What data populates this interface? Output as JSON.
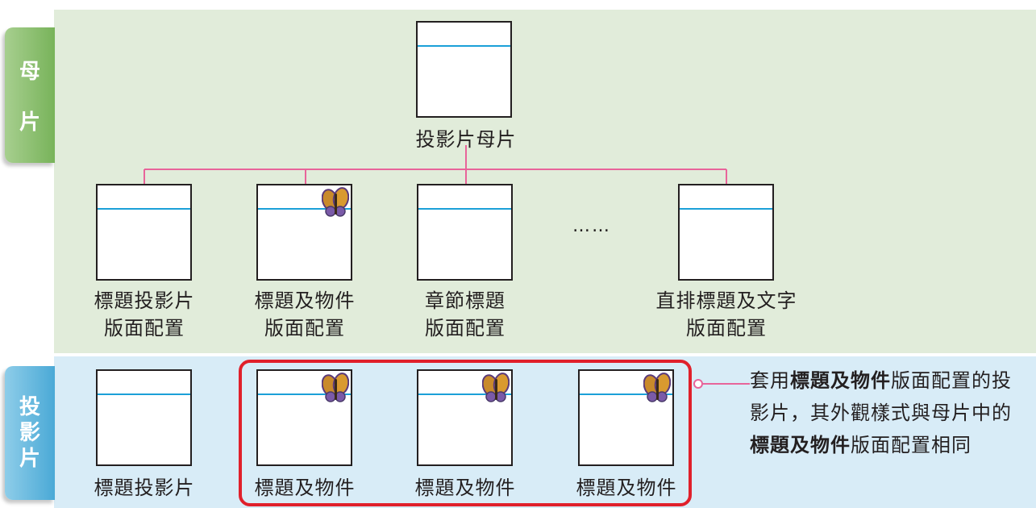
{
  "side_tabs": {
    "master": [
      "母",
      "片"
    ],
    "slides": [
      "投",
      "影",
      "片"
    ]
  },
  "master": {
    "label": "投影片母片"
  },
  "layouts": [
    {
      "label": "標題投影片\n版面配置",
      "butterfly": false
    },
    {
      "label": "標題及物件\n版面配置",
      "butterfly": true
    },
    {
      "label": "章節標題\n版面配置",
      "butterfly": false
    },
    {
      "label": "直排標題及文字\n版面配置",
      "butterfly": false
    }
  ],
  "ellipsis": "……",
  "slides": [
    {
      "label": "標題投影片",
      "butterfly": false
    },
    {
      "label": "標題及物件",
      "butterfly": true
    },
    {
      "label": "標題及物件",
      "butterfly": true
    },
    {
      "label": "標題及物件",
      "butterfly": true
    }
  ],
  "note": {
    "segments": [
      {
        "text": "套用",
        "bold": false
      },
      {
        "text": "標題及物件",
        "bold": true
      },
      {
        "text": "版面配置的投影片，其外觀樣式與母片中的",
        "bold": false
      },
      {
        "text": "標題及物件",
        "bold": true
      },
      {
        "text": "版面配置相同",
        "bold": false
      }
    ]
  },
  "colors": {
    "master_band": "#e1ecda",
    "slides_band": "#d8ecf7",
    "connector": "#e8649a",
    "title_line": "#1ba0d8",
    "highlight": "#e0202b"
  }
}
